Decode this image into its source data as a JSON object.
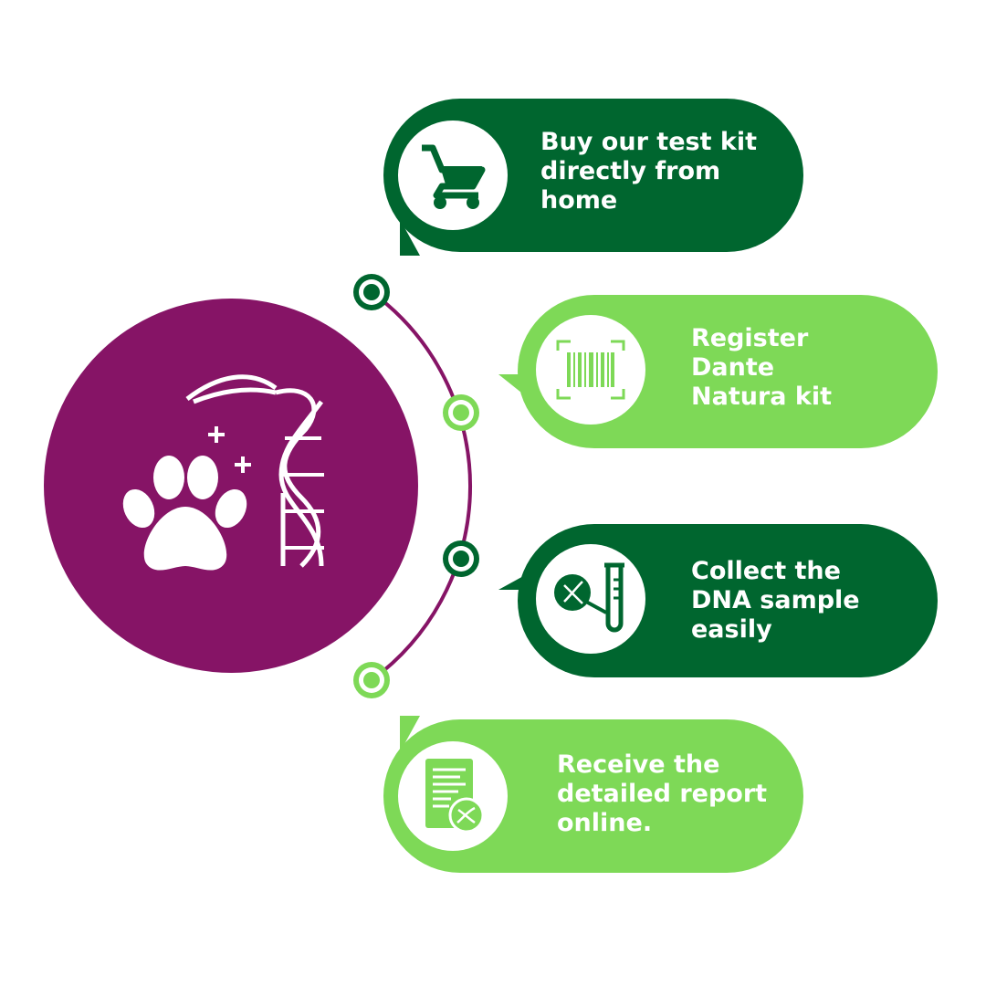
{
  "colors": {
    "purple": "#861466",
    "dark_green": "#00662f",
    "light_green": "#7ed957"
  },
  "steps": [
    {
      "text": "Buy our test kit\ndirectly from\nhome",
      "icon": "shopping-cart-icon"
    },
    {
      "text": "Register\nDante\nNatura kit",
      "icon": "barcode-icon"
    },
    {
      "text": "Collect the\nDNA sample\neasily",
      "icon": "dna-test-tube-icon"
    },
    {
      "text": "Receive the\ndetailed report\nonline.",
      "icon": "report-document-icon"
    }
  ]
}
